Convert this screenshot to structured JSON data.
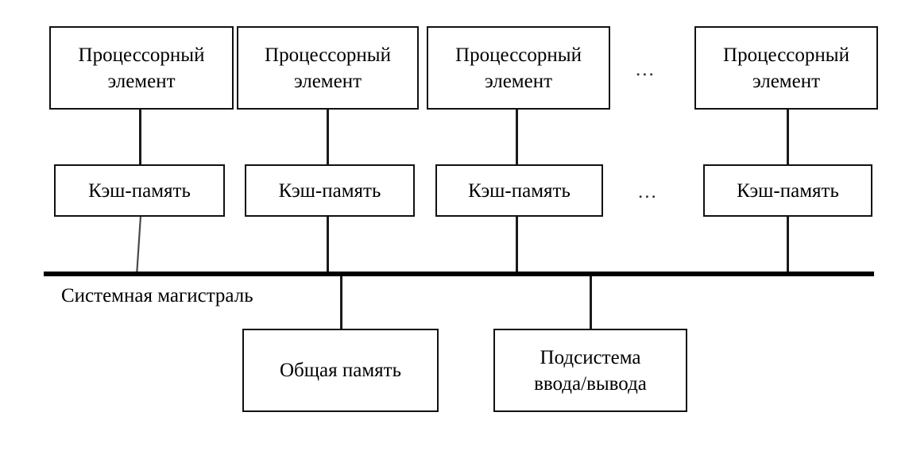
{
  "diagram": {
    "title": "Symmetric multiprocessor shared-bus architecture",
    "colors": {
      "background": "#ffffff",
      "stroke": "#111111",
      "bus": "#000000",
      "text": "#000000",
      "ellipsis": "#333333"
    },
    "processor_elements": [
      {
        "line1": "Процессорный",
        "line2": "элемент"
      },
      {
        "line1": "Процессорный",
        "line2": "элемент"
      },
      {
        "line1": "Процессорный",
        "line2": "элемент"
      },
      {
        "line1": "Процессорный",
        "line2": "элемент"
      }
    ],
    "caches": [
      {
        "label": "Кэш-память"
      },
      {
        "label": "Кэш-память"
      },
      {
        "label": "Кэш-память"
      },
      {
        "label": "Кэш-память"
      }
    ],
    "ellipses": {
      "processor_row": "...",
      "cache_row": "..."
    },
    "bus": {
      "label": "Системная магистраль"
    },
    "peripherals": [
      {
        "line1": "Общая память",
        "line2": ""
      },
      {
        "line1": "Подсистема",
        "line2": "ввода/вывода"
      }
    ]
  }
}
